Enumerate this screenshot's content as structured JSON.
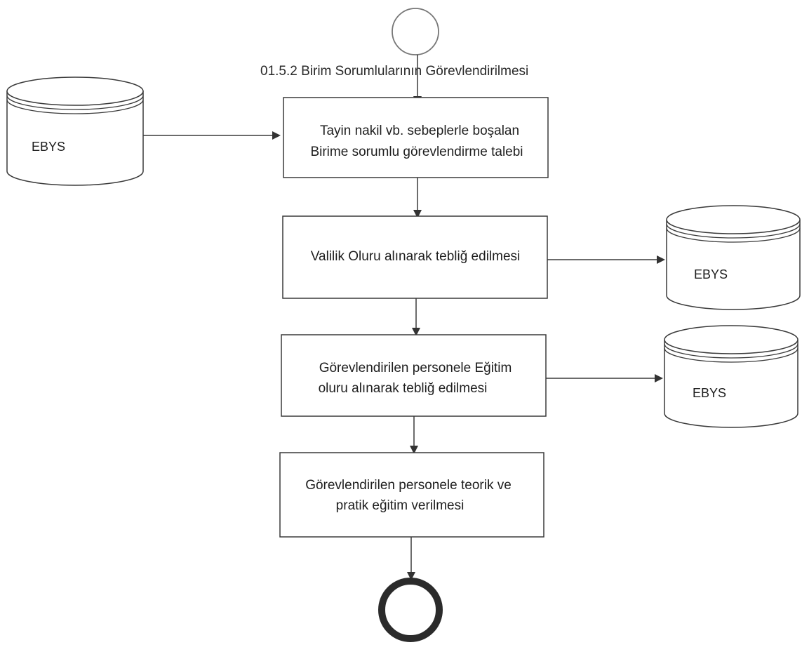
{
  "title": "01.5.2 Birim Sorumlularının Görevlendirilmesi",
  "steps": [
    {
      "line1": "Tayin nakil vb. sebeplerle boşalan",
      "line2": "Birime sorumlu görevlendirme talebi"
    },
    {
      "line1": "Valilik Oluru alınarak tebliğ edilmesi",
      "line2": ""
    },
    {
      "line1": "Görevlendirilen personele Eğitim",
      "line2": "oluru alınarak tebliğ edilmesi"
    },
    {
      "line1": "Görevlendirilen personele  teorik ve",
      "line2": "pratik eğitim verilmesi"
    }
  ],
  "databases": [
    {
      "label": "EBYS"
    },
    {
      "label": "EBYS"
    },
    {
      "label": "EBYS"
    }
  ],
  "colors": {
    "line": "#3a3a3a",
    "end_ring": "#2b2b2b",
    "background": "#ffffff"
  }
}
